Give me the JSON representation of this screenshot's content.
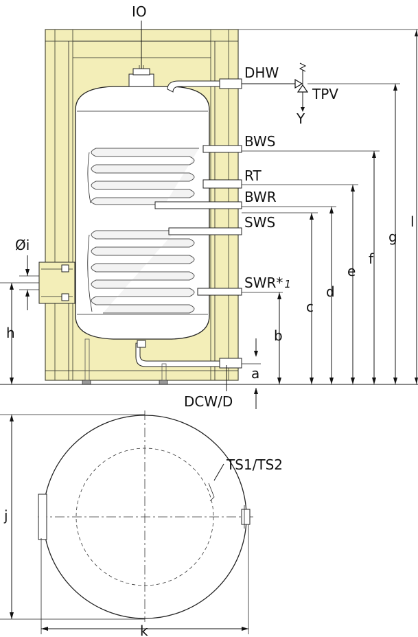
{
  "colors": {
    "insulation": "#f3eeb8",
    "insulation_stroke": "#4a4a3a",
    "tank": "#ffffff",
    "line": "#111111"
  },
  "labels": {
    "io": "IO",
    "dhw": "DHW",
    "tpv": "TPV",
    "y": "Y",
    "bws": "BWS",
    "rt": "RT",
    "bwr": "BWR",
    "sws": "SWS",
    "swr_main": "SWR*",
    "swr_note": "1",
    "dcw_d": "DCW/D",
    "ts1_ts2": "TS1/TS2",
    "oi": "Øi"
  },
  "dimensions": {
    "a": "a",
    "b": "b",
    "c": "c",
    "d": "d",
    "e": "e",
    "f": "f",
    "g": "g",
    "h": "h",
    "j": "j",
    "k": "k",
    "l": "l"
  }
}
